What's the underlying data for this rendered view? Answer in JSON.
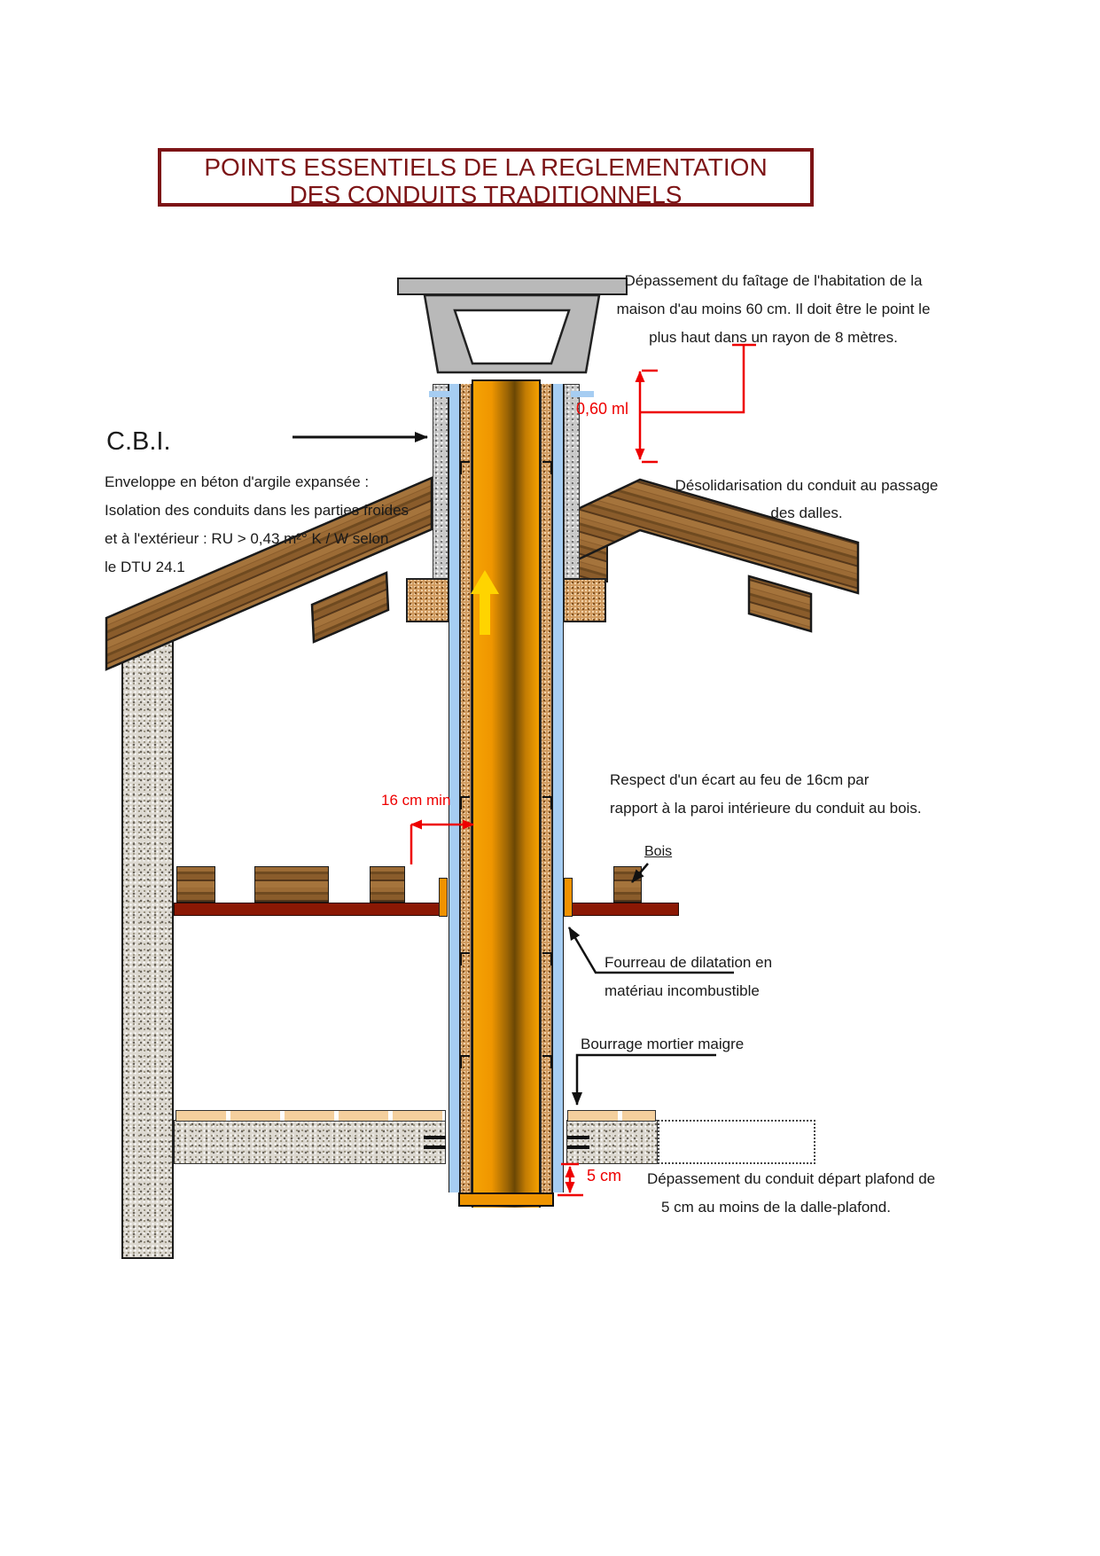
{
  "title": {
    "line1": "POINTS ESSENTIELS DE LA REGLEMENTATION",
    "line2": "DES CONDUITS TRADITIONNELS"
  },
  "colors": {
    "title_red": "#7d1416",
    "annotation_red": "#ee0000",
    "flue_orange": "#f29900",
    "air_gap_blue": "#a6cdf2",
    "floor_beam_red": "#8b1804",
    "flow_arrow_yellow": "#ffd400"
  },
  "annotations": {
    "faitage": {
      "line1": "Dépassement du faîtage de l'habitation de la",
      "line2": "maison d'au moins 60 cm. Il doit être le point le",
      "line3": "plus haut dans un rayon de 8 mètres."
    },
    "dim_060": "0,60 ml",
    "cbi": {
      "label": "C.B.I.",
      "line1": "Enveloppe en béton d'argile expansée :",
      "line2": "Isolation des conduits dans les parties froides",
      "line3": "et à l'extérieur : RU > 0,43 m²° K / W selon",
      "line4": "le DTU 24.1"
    },
    "desolidarisation": {
      "line1": "Désolidarisation du conduit au passage",
      "line2": "des dalles."
    },
    "ecart_feu": {
      "line1": "Respect d'un écart au feu de 16cm par",
      "line2": "rapport à la paroi intérieure du conduit au bois."
    },
    "dim_16cm": "16 cm min",
    "bois": "Bois",
    "fourreau": {
      "line1": "Fourreau de dilatation en",
      "line2": "matériau incombustible"
    },
    "bourrage": "Bourrage mortier maigre",
    "dim_5cm": "5 cm",
    "depassement_plafond": {
      "line1": "Dépassement du conduit départ plafond de",
      "line2": "5 cm au moins de la dalle-plafond."
    }
  }
}
